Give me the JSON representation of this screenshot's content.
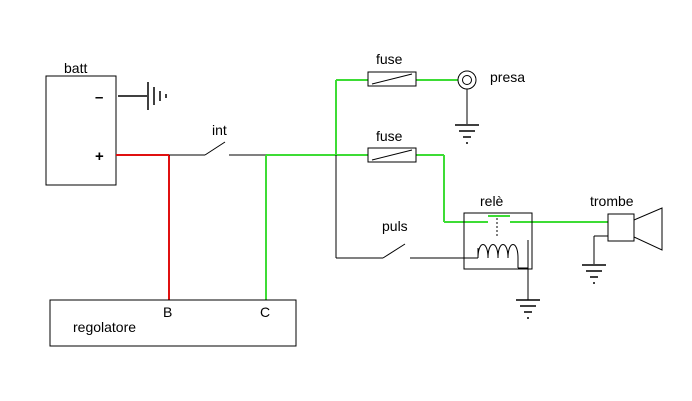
{
  "colors": {
    "background": "#ffffff",
    "wire": "#000000",
    "positive": "#e01010",
    "switched": "#3ddc35"
  },
  "labels": {
    "batt": "batt",
    "minus": "–",
    "plus": "+",
    "int": "int",
    "fuse_top": "fuse",
    "fuse_mid": "fuse",
    "presa": "presa",
    "puls": "puls",
    "rele": "relè",
    "trombe": "trombe",
    "regolatore": "regolatore",
    "terminal_b": "B",
    "terminal_c": "C"
  },
  "icons": {
    "battery_ground": "ground-icon",
    "presa_ground": "ground-icon",
    "rele_ground": "ground-icon",
    "trombe_ground": "ground-icon",
    "socket": "socket-icon",
    "horn": "horn-icon",
    "relay_coil": "coil-icon"
  }
}
